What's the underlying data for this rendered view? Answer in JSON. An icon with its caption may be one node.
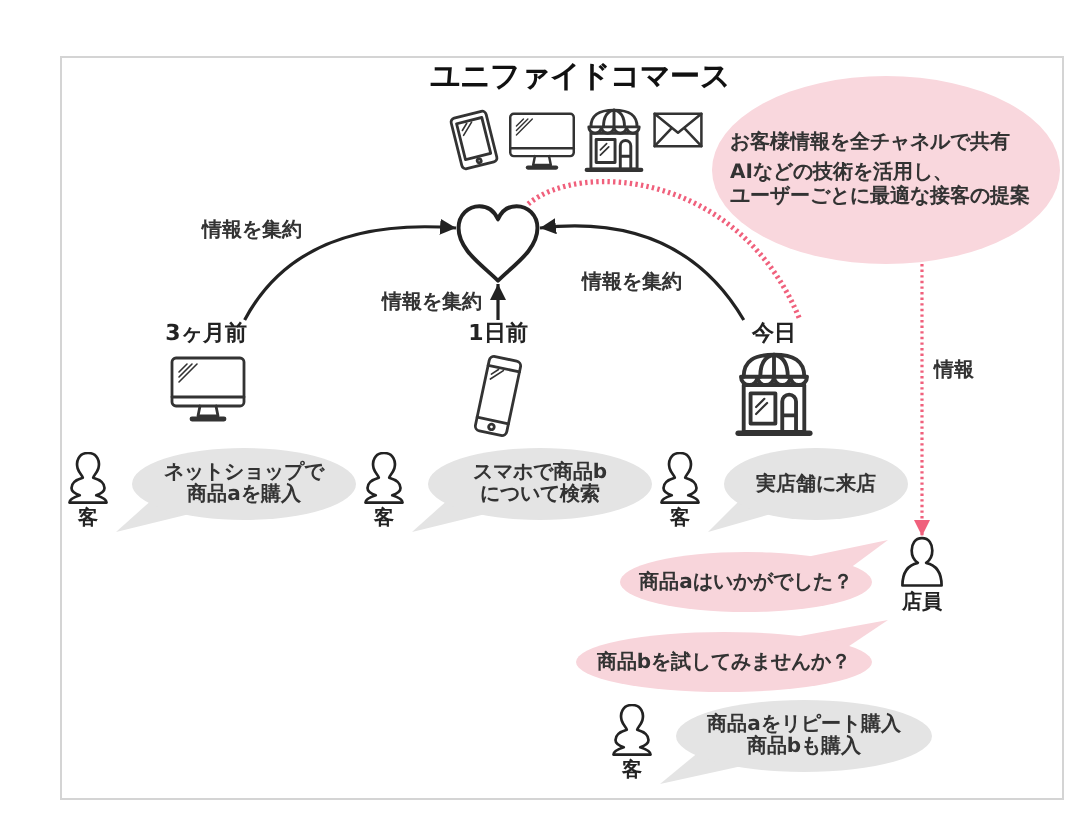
{
  "diagram": {
    "title": "ユニファイドコマース",
    "nodes": [
      {
        "text": [
          "お客様情報を全チャネルで共有",
          "AIなどの技術を活用し、ユーザーごとに最適な接客の提案"
        ]
      },
      {
        "text": [],
        "shape": "heart"
      },
      {
        "text": [
          "3ヶ月前"
        ]
      },
      {
        "text": [
          "1日前"
        ]
      },
      {
        "text": [
          "今日"
        ]
      },
      {
        "text": [
          "客"
        ]
      },
      {
        "text": [
          "ネットショップで商品aを購入"
        ]
      },
      {
        "text": [
          "客"
        ]
      },
      {
        "text": [
          "スマホで商品bについて検索"
        ]
      },
      {
        "text": [
          "客"
        ]
      },
      {
        "text": [
          "実店舗に来店"
        ]
      },
      {
        "text": [
          "商品aはいかがでした？"
        ]
      },
      {
        "text": [
          "店員"
        ]
      },
      {
        "text": [
          "商品bを試してみませんか？"
        ]
      },
      {
        "text": [
          "客"
        ]
      },
      {
        "text": [
          "商品aをリピート購入商品bも購入"
        ]
      }
    ],
    "edges": [
      {
        "from": 2,
        "to": 1,
        "arrow": "to",
        "label": "情報を集約"
      },
      {
        "from": 3,
        "to": 1,
        "arrow": "to",
        "label": "情報を集約"
      },
      {
        "from": 4,
        "to": 1,
        "arrow": "to",
        "label": "情報を集約"
      },
      {
        "from": 1,
        "to": 4,
        "arrow": "none",
        "style": "dashed",
        "color": "#f0607c"
      },
      {
        "from": 0,
        "to": 12,
        "arrow": "to",
        "style": "dashed",
        "color": "#f0607c",
        "label": "情報"
      }
    ]
  }
}
